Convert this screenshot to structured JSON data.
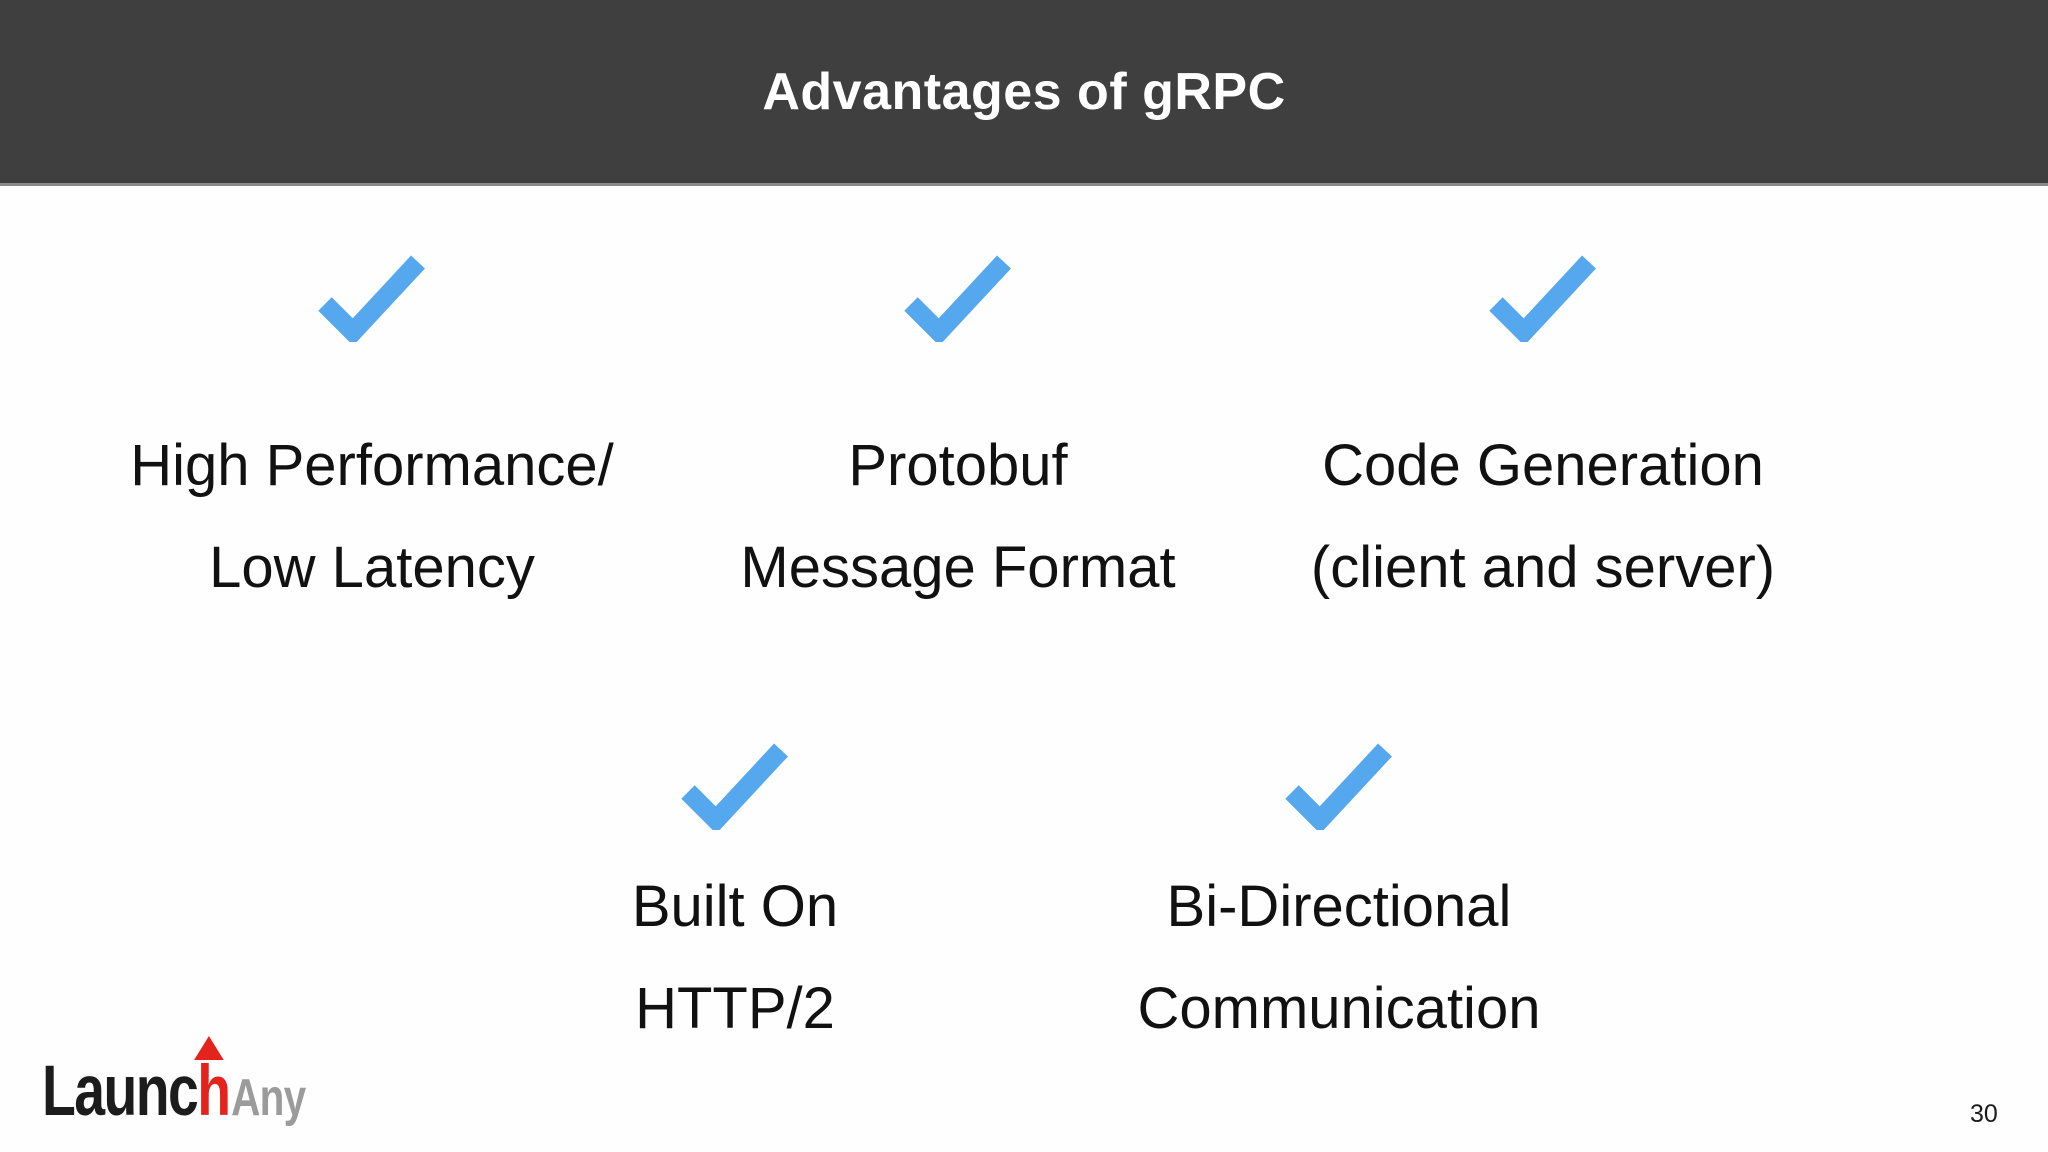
{
  "title": "Advantages of gRPC",
  "page_number": "30",
  "features": [
    {
      "line1": "High Performance/",
      "line2": "Low Latency"
    },
    {
      "line1": "Protobuf",
      "line2": "Message Format"
    },
    {
      "line1": "Code Generation",
      "line2": "(client and server)"
    },
    {
      "line1": "Built On",
      "line2": "HTTP/2"
    },
    {
      "line1": "Bi-Directional",
      "line2": "Communication"
    }
  ],
  "logo": {
    "part_black": "Launc",
    "part_red": "h",
    "part_gray": "Any"
  },
  "colors": {
    "header_bg": "#3f3f3f",
    "header_divider": "#8a8a8a",
    "title_text": "#ffffff",
    "check": "#56a8ee",
    "body_text": "#111111",
    "logo_black": "#1c1c1c",
    "logo_red": "#e3231c",
    "logo_gray": "#9b9b9b",
    "background": "#fefefe"
  }
}
